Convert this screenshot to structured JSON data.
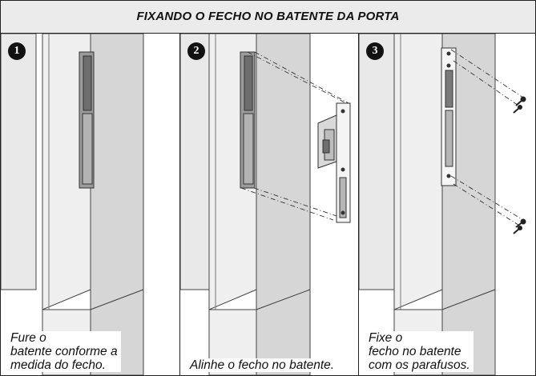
{
  "header": {
    "title": "FIXANDO O FECHO NO BATENTE DA PORTA"
  },
  "panels": [
    {
      "step": "1",
      "caption": [
        "Fure o",
        "batente conforme a",
        "medida do fecho."
      ]
    },
    {
      "step": "2",
      "caption": [
        "Alinhe o fecho no batente."
      ]
    },
    {
      "step": "3",
      "caption": [
        "Fixe o",
        "fecho no batente",
        "com os parafusos."
      ]
    }
  ],
  "colors": {
    "frame_light": "#ececec",
    "frame_mid": "#d9d9d9",
    "frame_dark": "#c4c4c4",
    "slot": "#8c8c8c",
    "metal": "#f4f4f4"
  }
}
